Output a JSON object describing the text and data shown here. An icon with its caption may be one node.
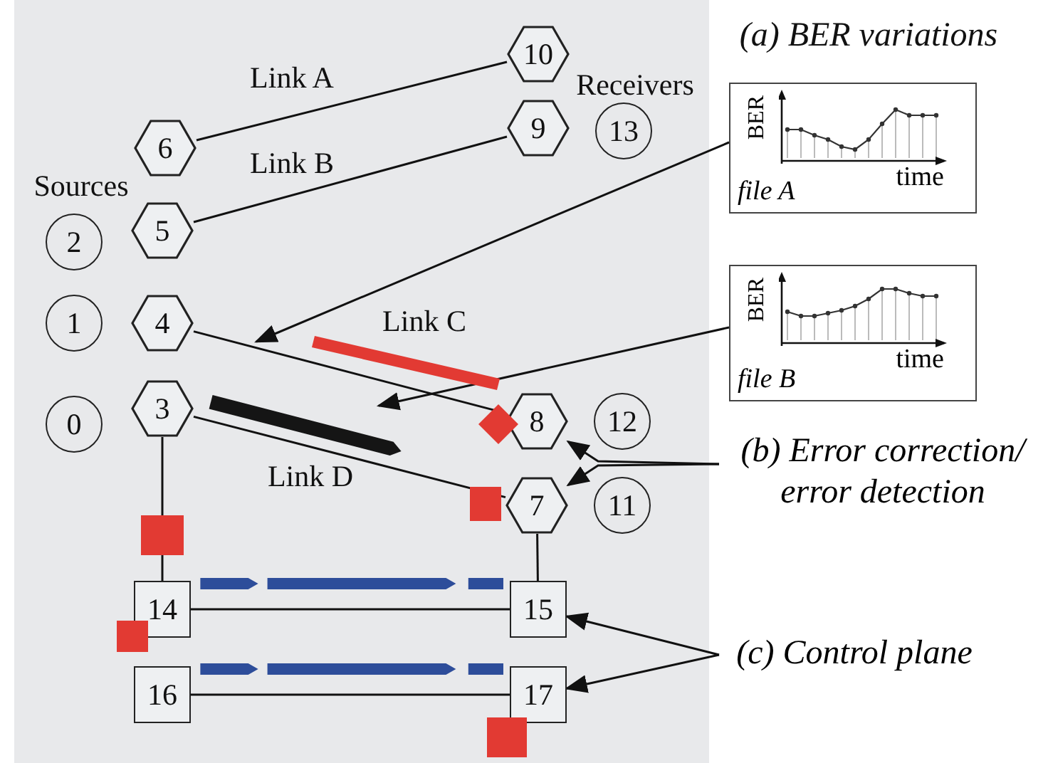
{
  "diagram": {
    "nodes": [
      {
        "text": [
          "0"
        ]
      },
      {
        "text": [
          "1"
        ]
      },
      {
        "text": [
          "2"
        ]
      },
      {
        "text": [
          "3"
        ]
      },
      {
        "text": [
          "4"
        ]
      },
      {
        "text": [
          "5"
        ]
      },
      {
        "text": [
          "6"
        ]
      },
      {
        "text": [
          "7"
        ]
      },
      {
        "text": [
          "8"
        ]
      },
      {
        "text": [
          "9"
        ]
      },
      {
        "text": [
          "10"
        ]
      },
      {
        "text": [
          "11"
        ]
      },
      {
        "text": [
          "12"
        ]
      },
      {
        "text": [
          "13"
        ]
      },
      {
        "text": [
          "14"
        ]
      },
      {
        "text": [
          "15"
        ]
      },
      {
        "text": [
          "16"
        ]
      },
      {
        "text": [
          "17"
        ]
      },
      {
        "text": [
          "BER",
          "time",
          "file A"
        ]
      },
      {
        "text": [
          "BER",
          "time",
          "file B"
        ]
      },
      {
        "text": [
          "(b) Error correction/ error detection"
        ]
      },
      {
        "text": [
          "(c) Control plane"
        ]
      },
      {
        "text": [],
        "shape": "bar"
      }
    ],
    "edges": [
      {
        "from": 6,
        "to": 10,
        "arrow": "none",
        "label": "Link A"
      },
      {
        "from": 5,
        "to": 9,
        "arrow": "none",
        "label": "Link B"
      },
      {
        "from": 4,
        "to": 8,
        "arrow": "none",
        "label": "Link C"
      },
      {
        "from": 3,
        "to": 7,
        "arrow": "none",
        "label": "Link D"
      },
      {
        "from": 3,
        "to": 14,
        "arrow": "none"
      },
      {
        "from": 7,
        "to": 15,
        "arrow": "none"
      },
      {
        "from": 14,
        "to": 15,
        "arrow": "none"
      },
      {
        "from": 16,
        "to": 17,
        "arrow": "none"
      },
      {
        "from": 18,
        "to": null,
        "arrow": "to"
      },
      {
        "from": 19,
        "to": null,
        "arrow": "to"
      },
      {
        "from": 20,
        "to": 8,
        "arrow": "to"
      },
      {
        "from": 20,
        "to": 7,
        "arrow": "to"
      },
      {
        "from": 21,
        "to": 15,
        "arrow": "to"
      },
      {
        "from": 21,
        "to": 17,
        "arrow": "to"
      }
    ],
    "labels": [
      "(a) BER variations",
      "Receivers",
      "Sources"
    ]
  }
}
